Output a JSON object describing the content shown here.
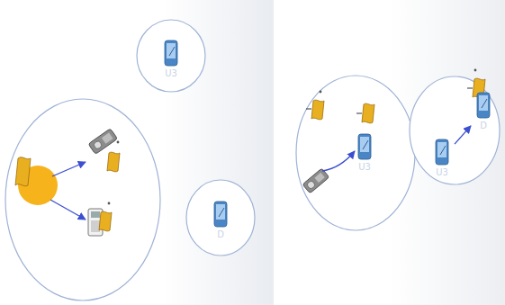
{
  "diagram": {
    "nodes": [
      {
        "text": [
          "U3"
        ]
      },
      {
        "text": [
          "D"
        ]
      },
      {
        "text": [
          "U3"
        ]
      },
      {
        "text": [
          "U3"
        ]
      },
      {
        "text": [
          "D"
        ]
      }
    ],
    "edges": [
      {
        "from": 3,
        "to": 4,
        "arrow": "to"
      }
    ]
  }
}
